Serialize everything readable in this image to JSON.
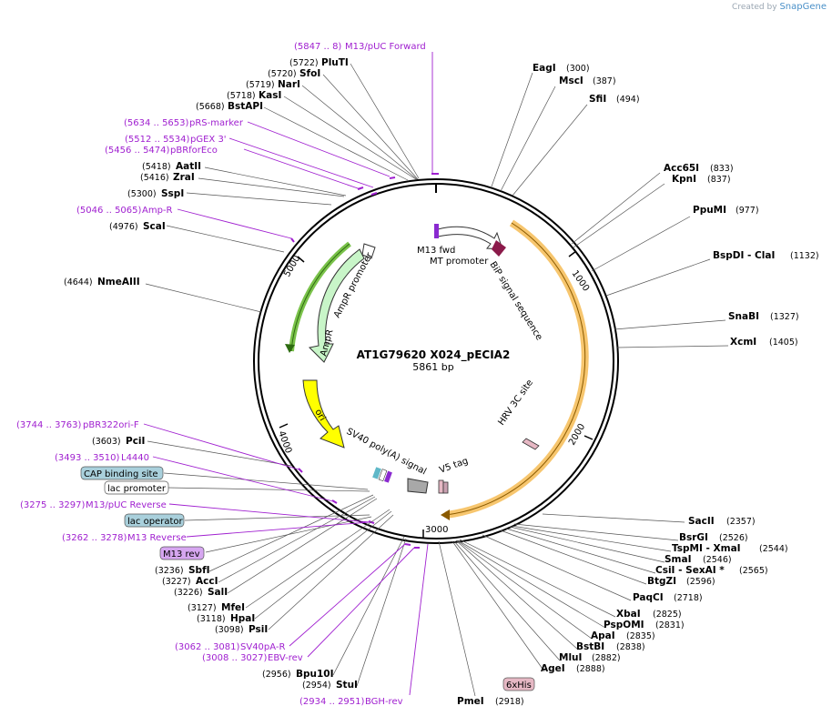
{
  "credit": {
    "created_by": "Created by",
    "brand": "SnapGene"
  },
  "plasmid": {
    "name": "AT1G79620 X024_pECIA2",
    "length_label": "5861 bp"
  },
  "ticks": [
    "1000",
    "2000",
    "3000",
    "4000",
    "5000"
  ],
  "sites_right": [
    {
      "name": "EagI",
      "pos": "(300)"
    },
    {
      "name": "MscI",
      "pos": "(387)"
    },
    {
      "name": "SfiI",
      "pos": "(494)"
    },
    {
      "name": "Acc65I",
      "pos": "(833)"
    },
    {
      "name": "KpnI",
      "pos": "(837)"
    },
    {
      "name": "PpuMI",
      "pos": "(977)"
    },
    {
      "name": "BspDI - ClaI",
      "pos": "(1132)"
    },
    {
      "name": "SnaBI",
      "pos": "(1327)"
    },
    {
      "name": "XcmI",
      "pos": "(1405)"
    },
    {
      "name": "SacII",
      "pos": "(2357)"
    },
    {
      "name": "BsrGI",
      "pos": "(2526)"
    },
    {
      "name": "TspMI - XmaI",
      "pos": "(2544)"
    },
    {
      "name": "SmaI",
      "pos": "(2546)"
    },
    {
      "name": "CsiI - SexAI *",
      "pos": "(2565)"
    },
    {
      "name": "BtgZI",
      "pos": "(2596)"
    },
    {
      "name": "PaqCI",
      "pos": "(2718)"
    },
    {
      "name": "XbaI",
      "pos": "(2825)"
    },
    {
      "name": "PspOMI",
      "pos": "(2831)"
    },
    {
      "name": "ApaI",
      "pos": "(2835)"
    },
    {
      "name": "BstBI",
      "pos": "(2838)"
    },
    {
      "name": "MluI",
      "pos": "(2882)"
    },
    {
      "name": "AgeI",
      "pos": "(2888)"
    },
    {
      "name": "PmeI",
      "pos": "(2918)"
    }
  ],
  "sites_left": [
    {
      "name": "PluTI",
      "pos": "(5722)"
    },
    {
      "name": "SfoI",
      "pos": "(5720)"
    },
    {
      "name": "NarI",
      "pos": "(5719)"
    },
    {
      "name": "KasI",
      "pos": "(5718)"
    },
    {
      "name": "BstAPI",
      "pos": "(5668)"
    },
    {
      "name": "AatII",
      "pos": "(5418)"
    },
    {
      "name": "ZraI",
      "pos": "(5416)"
    },
    {
      "name": "SspI",
      "pos": "(5300)"
    },
    {
      "name": "ScaI",
      "pos": "(4976)"
    },
    {
      "name": "NmeAIII",
      "pos": "(4644)"
    },
    {
      "name": "PciI",
      "pos": "(3603)"
    },
    {
      "name": "SbfI",
      "pos": "(3236)"
    },
    {
      "name": "AccI",
      "pos": "(3227)"
    },
    {
      "name": "SalI",
      "pos": "(3226)"
    },
    {
      "name": "MfeI",
      "pos": "(3127)"
    },
    {
      "name": "HpaI",
      "pos": "(3118)"
    },
    {
      "name": "PsiI",
      "pos": "(3098)"
    },
    {
      "name": "Bpu10I",
      "pos": "(2956)"
    },
    {
      "name": "StuI",
      "pos": "(2954)"
    }
  ],
  "primers": [
    {
      "range": "(5847 .. 8)",
      "name": "M13/pUC Forward"
    },
    {
      "range": "(5634 .. 5653)",
      "name": "pRS-marker"
    },
    {
      "range": "(5512 .. 5534)",
      "name": "pGEX 3'"
    },
    {
      "range": "(5456 .. 5474)",
      "name": "pBRforEco"
    },
    {
      "range": "(5046 .. 5065)",
      "name": "Amp-R"
    },
    {
      "range": "(3744 .. 3763)",
      "name": "pBR322ori-F"
    },
    {
      "range": "(3493 .. 3510)",
      "name": "L4440"
    },
    {
      "range": "(3275 .. 3297)",
      "name": "M13/pUC Reverse"
    },
    {
      "range": "(3262 .. 3278)",
      "name": "M13 Reverse"
    },
    {
      "range": "(3062 .. 3081)",
      "name": "SV40pA-R"
    },
    {
      "range": "(3008 .. 3027)",
      "name": "EBV-rev"
    },
    {
      "range": "(2934 .. 2951)",
      "name": "BGH-rev"
    }
  ],
  "boxed_features": [
    {
      "name": "CAP binding site",
      "color": "#a9d0dc"
    },
    {
      "name": "lac promoter",
      "color": "#ffffff"
    },
    {
      "name": "lac operator",
      "color": "#a9d0dc"
    },
    {
      "name": "M13 rev",
      "color": "#d6a6f0"
    },
    {
      "name": "6xHis",
      "color": "#e6b8c4"
    }
  ],
  "features": [
    {
      "name": "M13 fwd"
    },
    {
      "name": "MT promoter"
    },
    {
      "name": "BiP signal sequence"
    },
    {
      "name": "AmpR promoter"
    },
    {
      "name": "AmpR"
    },
    {
      "name": "ori"
    },
    {
      "name": "SV40 poly(A) signal"
    },
    {
      "name": "V5 tag"
    },
    {
      "name": "HRV 3C site"
    }
  ],
  "colors": {
    "primer": "#a020d0",
    "cds_orange": "#f5b84a",
    "ampr_green": "#c8f5c8",
    "ori_yellow": "#ffff00",
    "bip_purple": "#8b1a4a"
  }
}
